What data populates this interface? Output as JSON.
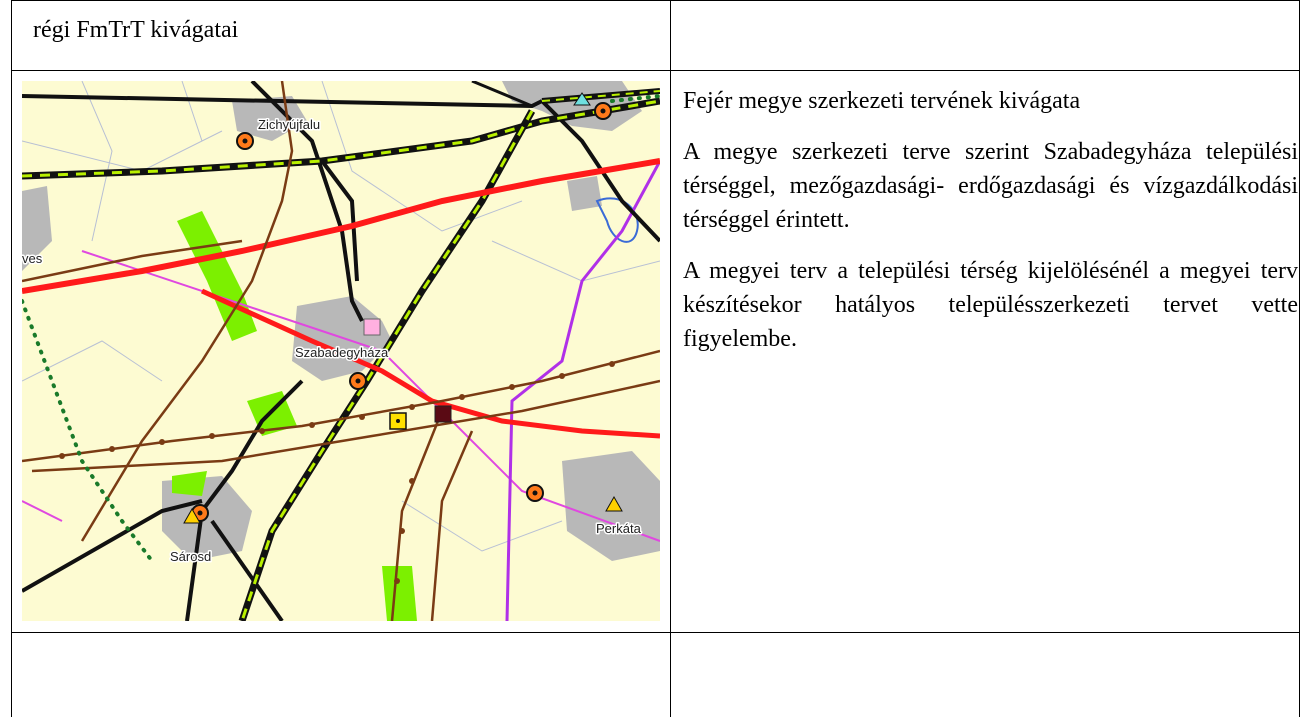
{
  "table": {
    "header_left": "régi FmTrT  kivágatai"
  },
  "description": {
    "caption": "Fejér megye szerkezeti tervének kivágata",
    "paragraph1": "A megye szerkezeti terve szerint Szabadegyháza települési térséggel, mezőgazdasági- erdőgazdasági és vízgazdálkodási térséggel érintett.",
    "paragraph2": "A megyei terv a települési térség kijelölésénél a megyei terv készítésekor hatályos településszerkezeti tervet vette figyelembe."
  },
  "map": {
    "labels": {
      "zichyujfalu": "Zichyújfalu",
      "szabadegyhaza": "Szabadegyháza",
      "sarosd": "Sárosd",
      "perkata": "Perkáta",
      "edge_left": "ves"
    },
    "colors": {
      "background": "#fdfbd2",
      "settlement": "#b8b8b8",
      "forest": "#7cf000",
      "main_road": "#ff1a1a",
      "railway": "#7a3b14",
      "boundary": "#cc44ee"
    }
  }
}
